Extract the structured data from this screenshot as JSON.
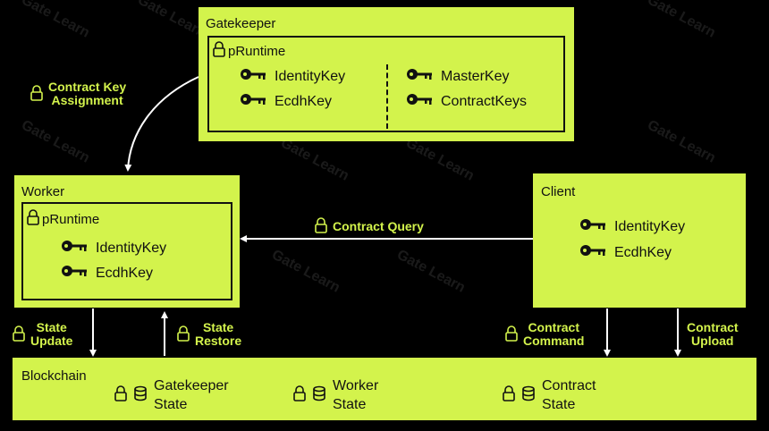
{
  "colors": {
    "accent": "#d3f34c",
    "background": "#000000",
    "text": "#111111",
    "arrow": "#ffffff"
  },
  "watermark": "Gate Learn",
  "gatekeeper": {
    "title": "Gatekeeper",
    "runtime": "pRuntime",
    "keys_left": [
      "IdentityKey",
      "EcdhKey"
    ],
    "keys_right": [
      "MasterKey",
      "ContractKeys"
    ]
  },
  "worker": {
    "title": "Worker",
    "runtime": "pRuntime",
    "keys": [
      "IdentityKey",
      "EcdhKey"
    ]
  },
  "client": {
    "title": "Client",
    "keys": [
      "IdentityKey",
      "EcdhKey"
    ]
  },
  "blockchain": {
    "title": "Blockchain",
    "states": [
      {
        "line1": "Gatekeeper",
        "line2": "State"
      },
      {
        "line1": "Worker",
        "line2": "State"
      },
      {
        "line1": "Contract",
        "line2": "State"
      }
    ]
  },
  "labels": {
    "contract_key_assignment": [
      "Contract Key",
      "Assignment"
    ],
    "contract_query": "Contract Query",
    "state_update": [
      "State",
      "Update"
    ],
    "state_restore": [
      "State",
      "Restore"
    ],
    "contract_command": [
      "Contract",
      "Command"
    ],
    "contract_upload": [
      "Contract",
      "Upload"
    ]
  }
}
